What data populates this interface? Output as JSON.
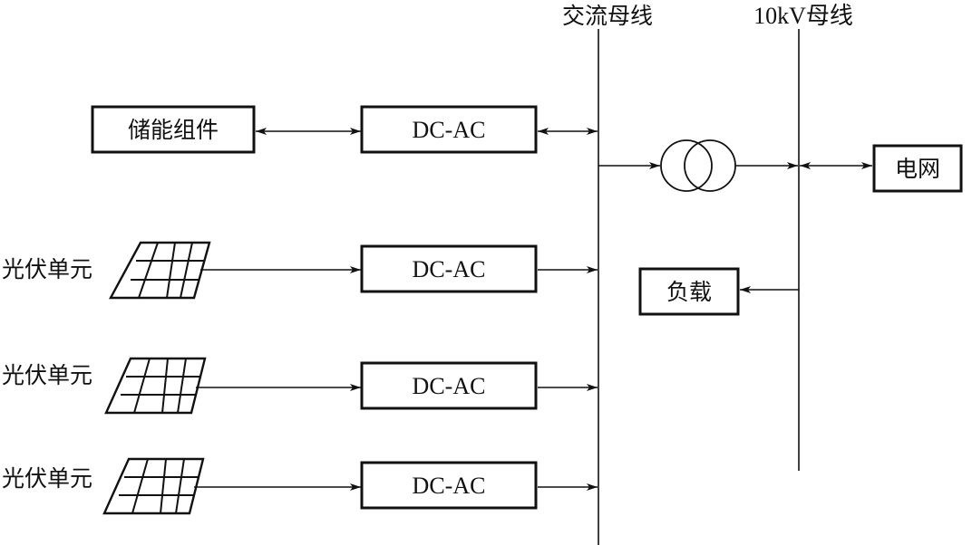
{
  "buses": {
    "ac_bus_label": "交流母线",
    "kv10_bus_label": "10kV母线"
  },
  "storage": {
    "label": "储能组件",
    "converter_label": "DC-AC"
  },
  "pv_units": [
    {
      "label": "光伏单元",
      "converter_label": "DC-AC"
    },
    {
      "label": "光伏单元",
      "converter_label": "DC-AC"
    },
    {
      "label": "光伏单元",
      "converter_label": "DC-AC"
    }
  ],
  "grid": {
    "label": "电网"
  },
  "load": {
    "label": "负载"
  }
}
